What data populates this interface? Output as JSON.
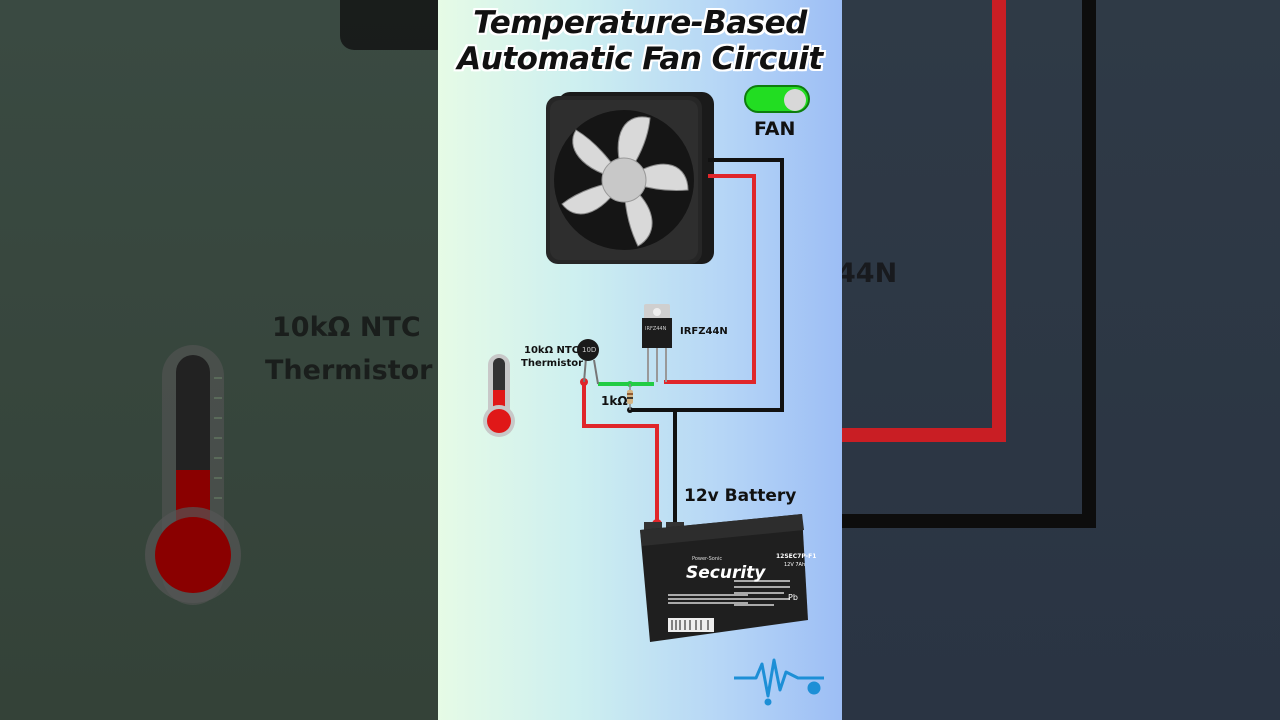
{
  "title": {
    "line1": "Temperature-Based",
    "line2": "Automatic Fan Circuit"
  },
  "toggle": {
    "label": "FAN",
    "state": "on",
    "on_color": "#22dd22"
  },
  "components": {
    "thermistor": {
      "label_line1": "10kΩ NTC",
      "label_line2": "Thermistor",
      "body_text": "10D"
    },
    "mosfet": {
      "label": "IRFZ44N",
      "body_text": "IRFZ44N"
    },
    "resistor": {
      "label": "1kΩ"
    },
    "battery": {
      "label": "12v Battery",
      "brand": "Security",
      "brand_small": "Power-Sonic",
      "model": "12SEC7P-F1",
      "rating": "12V 7Ah",
      "pb_mark": "Pb"
    }
  },
  "background": {
    "left_label_line1": "10kΩ NTC",
    "left_label_line2": "Thermistor",
    "right_label": "44N"
  },
  "colors": {
    "wire_red": "#e0262a",
    "wire_black": "#111111",
    "wire_green": "#22cc44",
    "thermometer_red": "#e01818"
  }
}
